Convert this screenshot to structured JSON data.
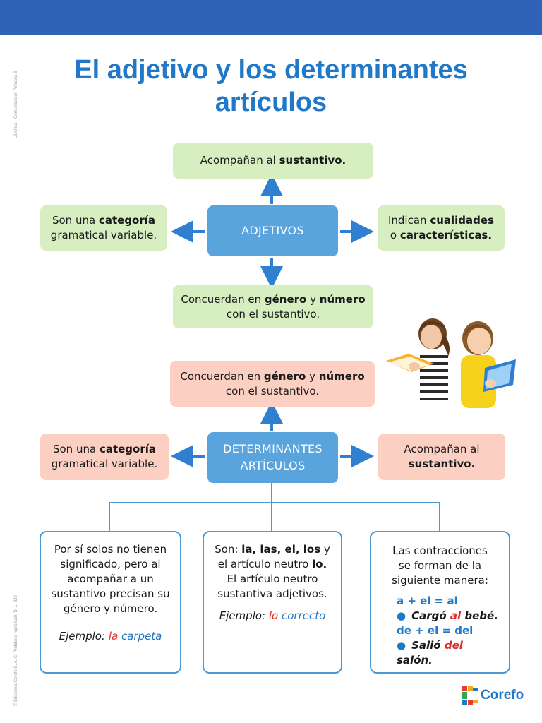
{
  "side_top": "Láminas - Comunicación Primaria 3",
  "side_bottom": "© Ediciones Corefo S. A. C. Prohibido reproducir. D. L. 822",
  "title_line1": "El adjetivo y los determinantes",
  "title_line2": "artículos",
  "adjetivos": {
    "center": "ADJETIVOS",
    "top": {
      "t1": "Acompañan al ",
      "b1": "sustantivo."
    },
    "left": {
      "t1": "Son una ",
      "b1": "categoría",
      "t2": "gramatical variable."
    },
    "right": {
      "t1": "Indican ",
      "b1": "cualidades",
      "t2": "o ",
      "b2": "características."
    },
    "bottom": {
      "t1": "Concuerdan en ",
      "b1": "género",
      "t2": " y ",
      "b2": "número",
      "t3": "con el sustantivo."
    }
  },
  "determinantes": {
    "center_l1": "DETERMINANTES",
    "center_l2": "ARTÍCULOS",
    "top": {
      "t1": "Concuerdan en ",
      "b1": "género",
      "t2": " y ",
      "b2": "número",
      "t3": "con el sustantivo."
    },
    "left": {
      "t1": "Son una ",
      "b1": "categoría",
      "t2": "gramatical variable."
    },
    "right": {
      "t1": "Acompañan al",
      "b1": "sustantivo."
    }
  },
  "box1": {
    "text": "Por sí solos no tienen significado, pero al acompañar a un sustantivo precisan su género y número.",
    "ex_label": "Ejemplo: ",
    "ex_red": "la",
    "ex_blue": " carpeta"
  },
  "box2": {
    "t1": "Son: ",
    "b1": "la, las, el, los",
    "t2": " y el artículo neutro ",
    "b2": "lo.",
    "t3": "El artículo neutro sustantiva adjetivos.",
    "ex_label": "Ejemplo: ",
    "ex_red": "lo",
    "ex_blue": " correcto"
  },
  "box3": {
    "intro": "Las contracciones se forman de la siguiente manera:",
    "rule1": "a + el = al",
    "ex1_a": "Cargó ",
    "ex1_red": "al",
    "ex1_b": " bebé.",
    "rule2": "de + el = del",
    "ex2_a": "Salió ",
    "ex2_red": "del",
    "ex2_b": " salón."
  },
  "logo": "Corefo",
  "colors": {
    "accent": "#1f78c8",
    "header": "#2f63b8",
    "green": "#d6eec0",
    "pink": "#fbd0c2",
    "node": "#5aa4de",
    "red": "#e02a2a"
  }
}
